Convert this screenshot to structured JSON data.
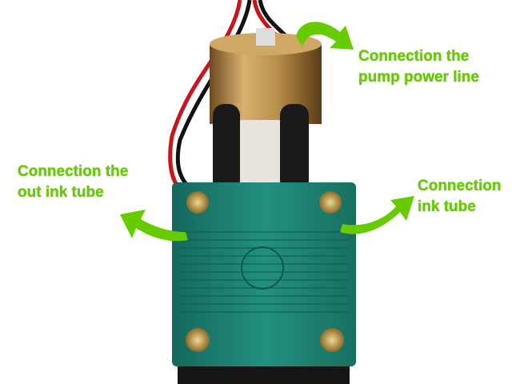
{
  "labels": {
    "power_line": [
      "Connection the",
      "pump power line"
    ],
    "out_ink_tube": [
      "Connection the",
      "out ink tube"
    ],
    "ink_tube": [
      "Connection",
      "ink tube"
    ]
  },
  "colors": {
    "label_green": "#66cc00",
    "pump_body": "#1f8a7a",
    "motor": "#b8904a"
  }
}
